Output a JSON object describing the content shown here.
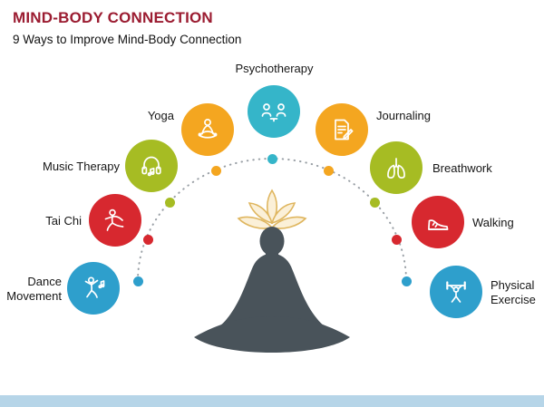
{
  "header": {
    "title": "MIND-BODY CONNECTION",
    "subtitle": "9 Ways to Improve Mind-Body Connection"
  },
  "palette": {
    "title_color": "#9b1c31",
    "teal": "#35b5c9",
    "orange": "#f4a620",
    "green": "#a6bc23",
    "red": "#d7282f",
    "blue": "#2e9fcc",
    "silhouette": "#49535a",
    "lotus_stroke": "#dfb65f",
    "lotus_fill": "#fbf0d8",
    "arc_line": "#9aa0a6",
    "bottom_bar": "#b6d5e8"
  },
  "items": [
    {
      "label": "Psychotherapy",
      "icon": "psychotherapy-icon",
      "color": "#35b5c9"
    },
    {
      "label": "Yoga",
      "icon": "yoga-icon",
      "color": "#f4a620"
    },
    {
      "label": "Journaling",
      "icon": "journaling-icon",
      "color": "#f4a620"
    },
    {
      "label": "Music Therapy",
      "icon": "music-therapy-icon",
      "color": "#a6bc23"
    },
    {
      "label": "Breathwork",
      "icon": "breathwork-icon",
      "color": "#a6bc23"
    },
    {
      "label": "Tai Chi",
      "icon": "tai-chi-icon",
      "color": "#d7282f"
    },
    {
      "label": "Walking",
      "icon": "walking-icon",
      "color": "#d7282f"
    },
    {
      "label": "Dance Movement",
      "icon": "dance-icon",
      "color": "#2e9fcc"
    },
    {
      "label": "Physical Exercise",
      "icon": "exercise-icon",
      "color": "#2e9fcc"
    }
  ],
  "arc": {
    "dot_colors": [
      "#2e9fcc",
      "#d7282f",
      "#a6bc23",
      "#f4a620",
      "#35b5c9",
      "#f4a620",
      "#a6bc23",
      "#d7282f",
      "#2e9fcc"
    ]
  }
}
